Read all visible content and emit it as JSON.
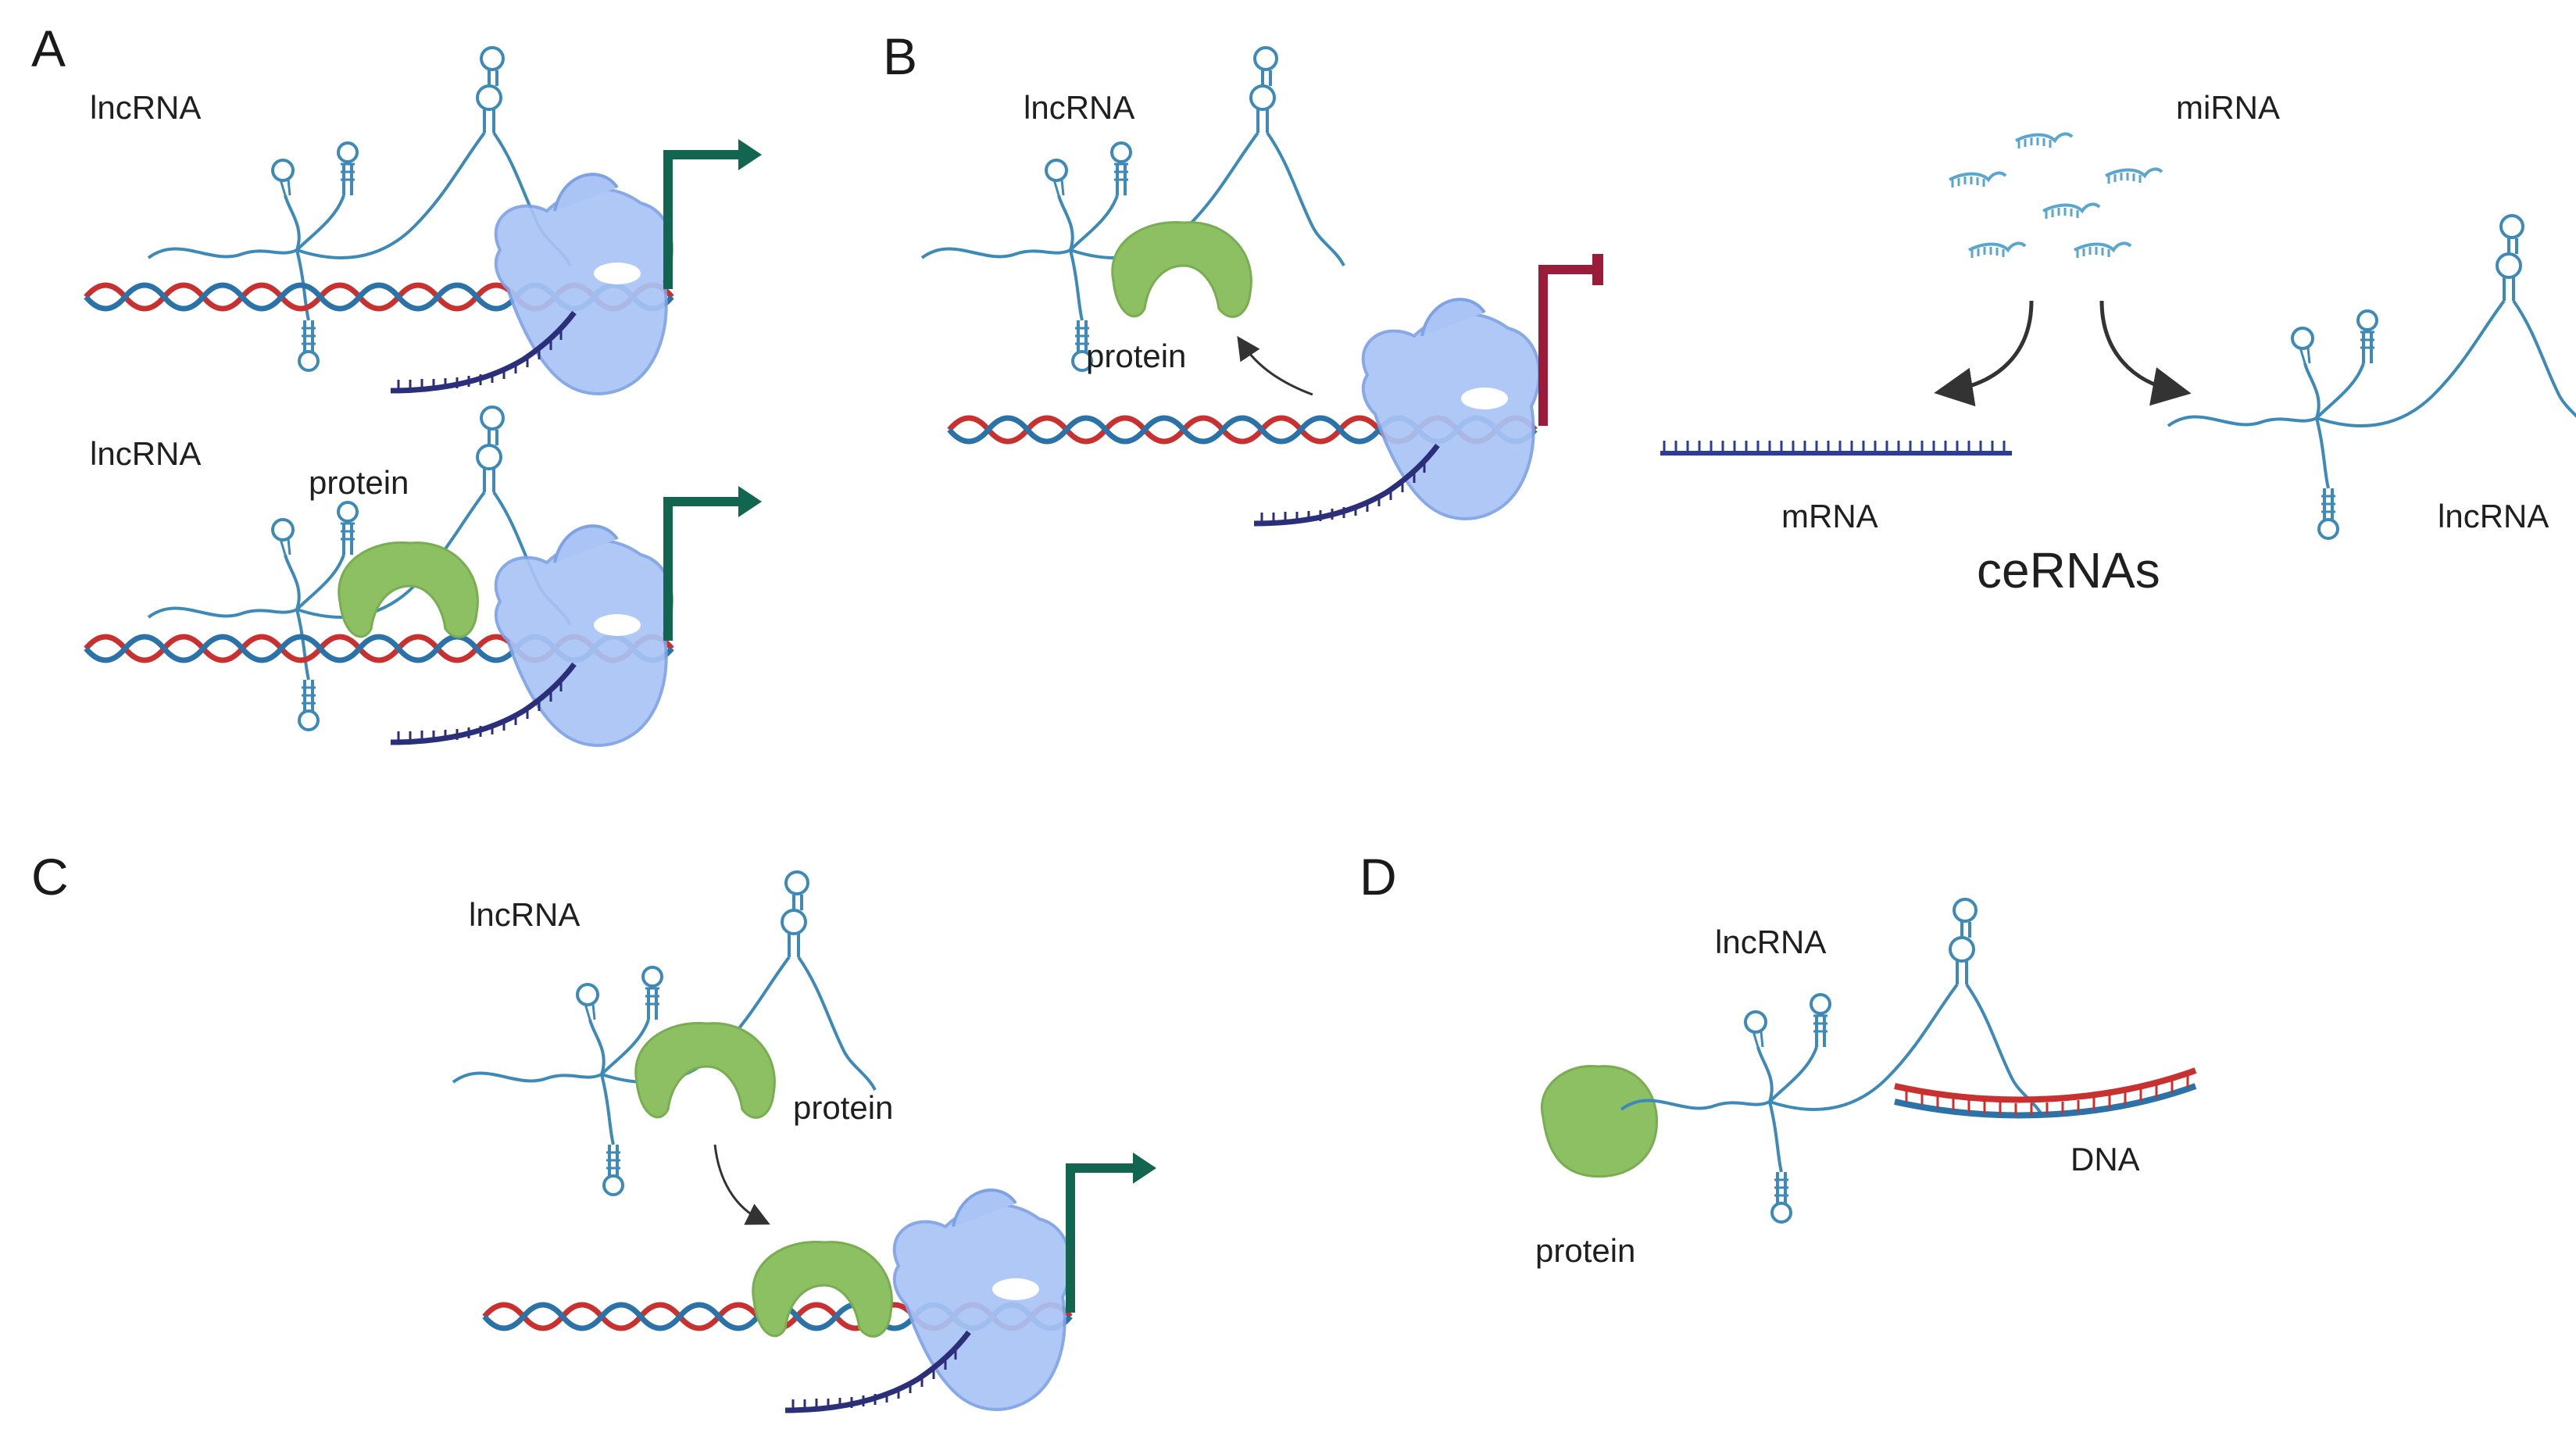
{
  "panels": {
    "A": {
      "letter": "A",
      "top": {
        "lncrna": "lncRNA"
      },
      "bottom": {
        "lncrna": "lncRNA",
        "protein": "protein"
      }
    },
    "B": {
      "letter": "B",
      "lncrna": "lncRNA",
      "protein": "protein",
      "mirna": "miRNA",
      "mrna": "mRNA",
      "lncrna2": "lncRNA",
      "cerna": "ceRNAs"
    },
    "C": {
      "letter": "C",
      "lncrna": "lncRNA",
      "protein": "protein"
    },
    "D": {
      "letter": "D",
      "lncrna": "lncRNA",
      "protein": "protein",
      "dna": "DNA"
    }
  },
  "colors": {
    "dna_red": "#c8312f",
    "dna_blue": "#2a72a8",
    "rna_strand": "#3d8ab8",
    "polymerase": "#a9c4f5",
    "polymerase_edge": "#7ea2e6",
    "protein": "#8dbf63",
    "activation_arrow": "#12664f",
    "repression_bar": "#9b1b3a",
    "transcript": "#2b2f7a",
    "mrna": "#2a3d9a",
    "mirna": "#5aa6cf"
  }
}
